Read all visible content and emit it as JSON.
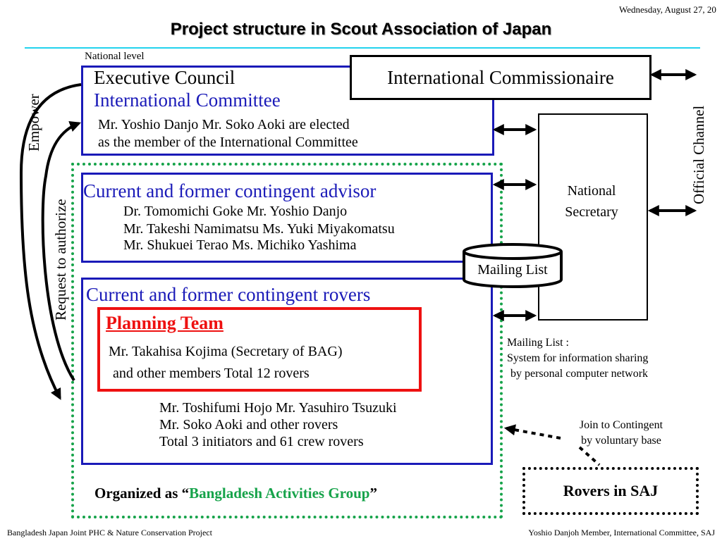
{
  "header": {
    "date": "Wednesday, August 27, 20",
    "title": "Project structure in Scout Association of Japan"
  },
  "labels": {
    "national_level": "National level",
    "empower": "Empower",
    "request_to_authorize": "Request to authorize",
    "official_channel": "Official Channel"
  },
  "executive": {
    "line1": "Executive Council",
    "line2": "International Committee",
    "detail1": "Mr. Yoshio Danjo   Mr. Soko Aoki are elected",
    "detail2": "as the member of the International Committee"
  },
  "commissionaire": "International Commissionaire",
  "national_secretary": {
    "line1": "National",
    "line2": "Secretary"
  },
  "mailing_list": "Mailing List",
  "advisor": {
    "heading": "Current and former contingent advisor",
    "line1": "Dr. Tomomichi Goke    Mr. Yoshio Danjo",
    "line2": "Mr. Takeshi Namimatsu   Ms. Yuki Miyakomatsu",
    "line3": "Mr. Shukuei Terao   Ms. Michiko Yashima"
  },
  "rovers": {
    "heading": "Current and former contingent rovers",
    "planning_title": "Planning Team",
    "planning_line1": "Mr. Takahisa Kojima (Secretary of BAG)",
    "planning_line2": "and other members  Total 12 rovers",
    "line1": "Mr. Toshifumi Hojo   Mr. Yasuhiro Tsuzuki",
    "line2": "Mr. Soko Aoki and other rovers",
    "line3": "Total 3 initiators and 61 crew rovers"
  },
  "mailing_note": {
    "line1": "Mailing List :",
    "line2": "System for information sharing",
    "line3": "by personal computer network"
  },
  "join_note": {
    "line1": "Join to Contingent",
    "line2": "by voluntary base"
  },
  "rovers_saj": "Rovers in SAJ",
  "organized": {
    "prefix": "Organized as “",
    "group": "Bangladesh Activities Group",
    "suffix": "”"
  },
  "footer": {
    "left": "Bangladesh Japan Joint PHC & Nature Conservation Project",
    "right": "Yoshio Danjoh Member, International Committee, SAJ"
  },
  "colors": {
    "box_border": "#1a1ab8",
    "group_border": "#16a34a",
    "planning_border": "#ee1111",
    "title_rule": "#22d3ee"
  }
}
